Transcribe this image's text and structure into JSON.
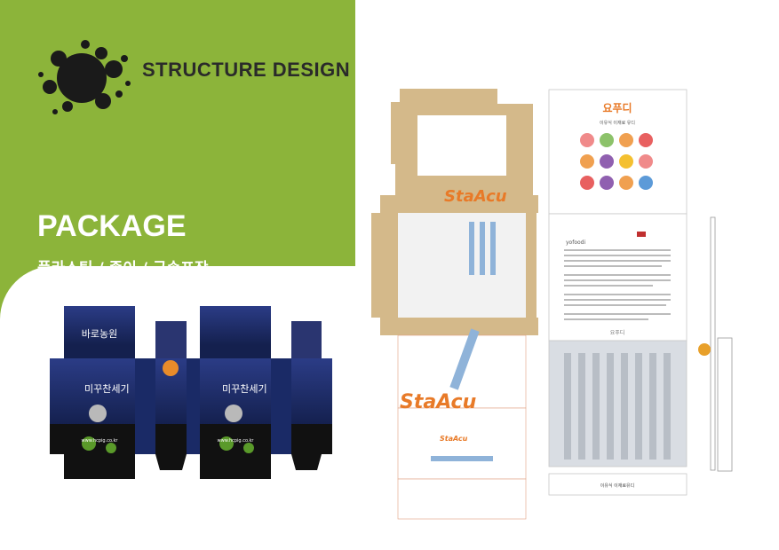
{
  "heading": "STRUCTURE DESIGN",
  "section_title": "PACKAGE",
  "section_subtitle": "플라스틱 / 종이 / 금속포장",
  "colors": {
    "brand_green": "#8cb43a",
    "navy": "#1f2a5c",
    "kraft": "#d4b98a",
    "orange": "#e87a28",
    "light_blue": "#8fb3d9"
  },
  "box_left": {
    "brand_script": "바로농원",
    "main_text": "미꾸찬세기",
    "website": "www.hcpig.co.kr"
  },
  "box_right": {
    "brand_pen": "StaAcu",
    "brand_yofoodi": "요푸디",
    "korean_label": "이유식 이재료 유디",
    "korean_label_bottom": "이유식 이재료유디",
    "yofoodi_heading": "yofoodi",
    "signature": "요푸디"
  }
}
